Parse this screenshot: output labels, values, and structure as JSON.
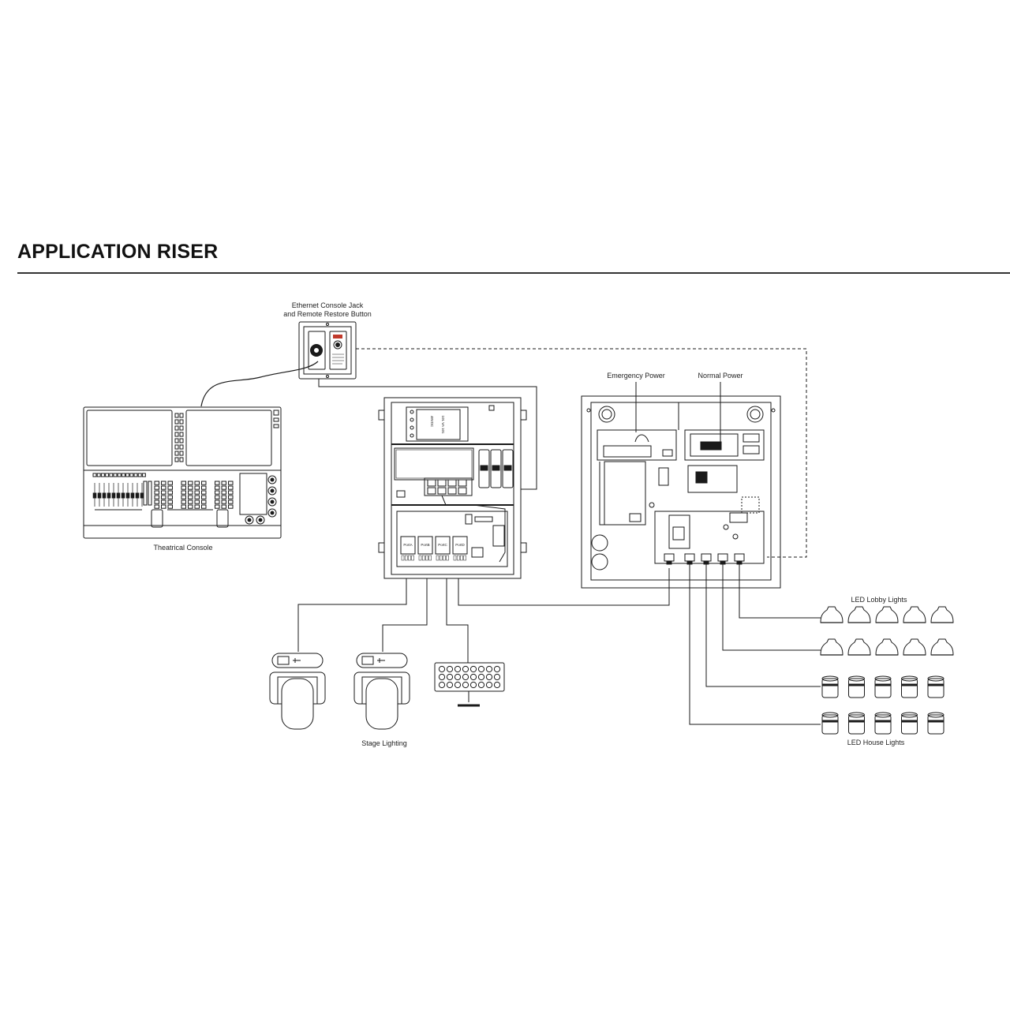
{
  "page": {
    "title": "APPLICATION RISER"
  },
  "labels": {
    "console_jack_line1": "Ethernet Console Jack",
    "console_jack_line2": "and Remote Restore Button",
    "theatrical_console": "Theatrical Console",
    "emergency_power": "Emergency Power",
    "normal_power": "Normal Power",
    "led_lobby_lights": "LED Lobby Lights",
    "led_house_lights": "LED House Lights",
    "stage_lighting": "Stage Lighting"
  },
  "panel_ports": [
    "PortA",
    "PortB",
    "PortC",
    "PortD"
  ],
  "power_supply_text": [
    "48VDC",
    "101 VA 101"
  ],
  "colors": {
    "line": "#1a1a1a",
    "background": "#ffffff"
  }
}
